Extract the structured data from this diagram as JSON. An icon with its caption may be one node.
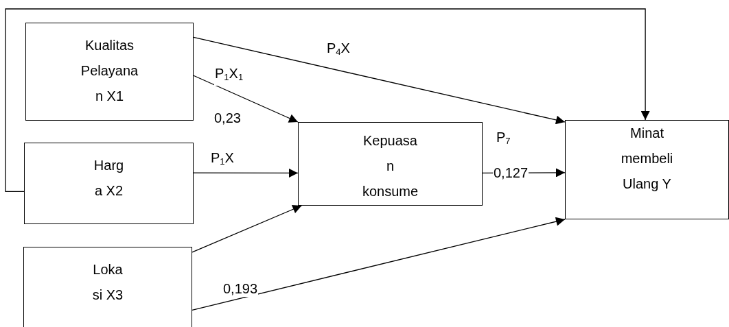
{
  "diagram": {
    "nodes": [
      {
        "text": [
          "Kualitas Pelayana n X1"
        ]
      },
      {
        "text": [
          "Harg a X2"
        ]
      },
      {
        "text": [
          "Loka si X3"
        ]
      },
      {
        "text": [
          "Kepuasa n konsume"
        ]
      },
      {
        "text": [
          "Minat membeli Ulang Y"
        ]
      }
    ],
    "edges": [
      {
        "from": 0,
        "to": 3,
        "arrow": "to",
        "label": "P$_{1}$X$_{1}$"
      },
      {
        "from": 1,
        "to": 3,
        "arrow": "to",
        "label": "P$_{1}$X"
      },
      {
        "from": 2,
        "to": 3,
        "arrow": "to"
      },
      {
        "from": 0,
        "to": 4,
        "arrow": "to",
        "label": "P$_{4}$X"
      },
      {
        "from": 3,
        "to": 4,
        "arrow": "to",
        "label": "0,127"
      },
      {
        "from": 2,
        "to": 4,
        "arrow": "to",
        "label": "0,193"
      },
      {
        "from": 1,
        "to": 4,
        "arrow": "to"
      }
    ],
    "labels": [
      "0,23",
      "P$_{7}$"
    ]
  }
}
